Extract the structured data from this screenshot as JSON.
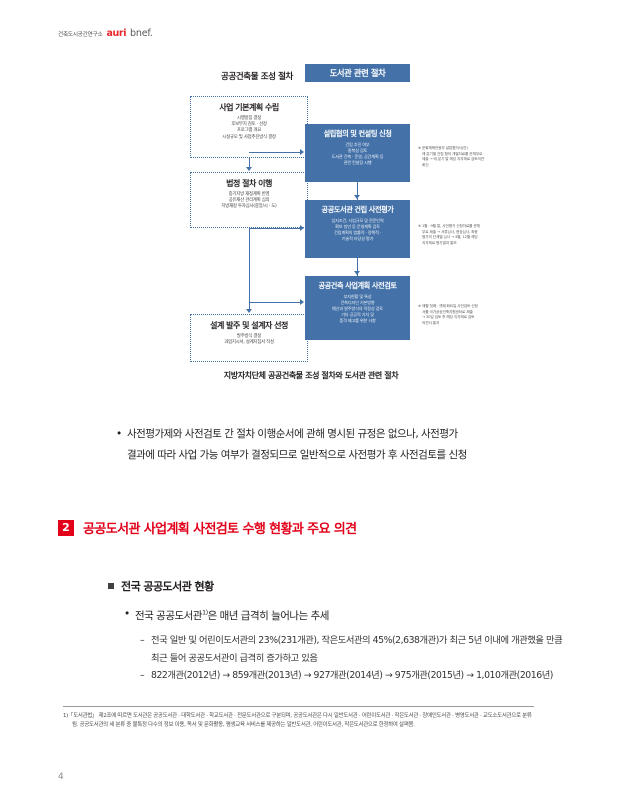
{
  "header": {
    "institute": "건축도시공간연구소",
    "brand": "auri",
    "brand_suffix": "bnef.",
    "brand_color": "#e8272c"
  },
  "figure": {
    "left_column_title": "공공건축물 조성 절차",
    "right_column_title": "도서관 관련 절차",
    "caption": "지방자치단체 공공건축물 조성 절차와 도서관 관련 절차",
    "left_boxes": [
      {
        "head": "사업 기본계획 수립",
        "lines": [
          "시행방침 결정",
          "후보부지 검토 · 선정",
          "프로그램 개요",
          "시설규모 및 사업추진방식 결정"
        ]
      },
      {
        "head": "법정 절차 이행",
        "lines": [
          "중기지방 재정계획 반영",
          "공유재산 관리계획 심의",
          "지방재정 투자심사(중앙/시 · 도)"
        ]
      },
      {
        "head": "설계 발주 및 설계자 선정",
        "lines": [
          "발주방식 결정",
          "과업지시서, 설계지침서 작성"
        ]
      }
    ],
    "right_boxes": [
      {
        "head": "설립협의 및 컨설팅 신청",
        "lines": [
          "건립 추진 여부",
          "중복성 검토",
          "도서관 건축 · 운영, 공간계획 등",
          "관련 컨설팅 시행"
        ]
      },
      {
        "head": "공공도서관 건립 사전평가",
        "lines": [
          "입지조건, 사업규모 및 전문인력",
          "확보 방안 등 운영계획 검토",
          "건립계획의 법률적 · 정책적 ·",
          "기술적 타당성 평가"
        ]
      },
      {
        "head": "공공건축 사업계획 사전검토",
        "lines": [
          "부지현황 및 특성",
          "건축디자인 기본방향",
          "예산과 발주방식의 적정성 검토",
          "기타 공공적 가치 및",
          "품격 제고를 위한 사항"
        ]
      }
    ],
    "notes": [
      {
        "lines": [
          "※ 문화체육관광부 설립협의서(안)",
          "매 분기별 건립 협의 개별자료를 문체부로",
          "제출 → 매 분기 말 해당 지자체로 검토의견",
          "회신"
        ]
      },
      {
        "lines": [
          "※ 1월 · 9월 말, 사전평가 신청자료를 문체",
          "부로 제출 → 서류심사, 현장심사, 최종",
          "평가의 단계별 심사 → 4월, 12월 해당",
          "지자체로 평가결과 통보"
        ]
      },
      {
        "lines": [
          "※ 매월 첫째 · 셋째 화요일 사전검토 신청",
          "서를 국가공공건축지원센터로 제출",
          "→ 30일 검토 후 해당 지자체로 검토",
          "의견서 통지"
        ]
      }
    ]
  },
  "body": {
    "paragraph_bullet": "•",
    "paragraph_line1": "사전평가제와 사전검토 간 절차 이행순서에 관해 명시된 규정은 없으나, 사전평가",
    "paragraph_line2": "결과에 따라 사업 가능 여부가 결정되므로 일반적으로 사전평가 후 사전검토를 신청"
  },
  "section": {
    "number": "2",
    "title": "공공도서관 사업계획 사전검토 수행 현황과 주요 의견",
    "accent_color": "#e2001a",
    "sub_heading": "전국 공공도서관 현황",
    "level1_bullet": "•",
    "level1_text_a": "전국 공공도서관",
    "level1_footnote_marker": "1)",
    "level1_text_b": "은 매년 급격히 늘어나는 추세",
    "level2_items": [
      {
        "dash": "–",
        "line1": "전국 일반 및 어린이도서관의 23%(231개관), 작은도서관의 45%(2,638개관)가 최근",
        "line2": "5년 이내에 개관했을 만큼 최근 들어 공공도서관이 급격히 증가하고 있음"
      },
      {
        "dash": "–",
        "line1": "822개관(2012년) → 859개관(2013년) → 927개관(2014년) → 975개관(2015년) →",
        "line2": "1,010개관(2016년)"
      }
    ]
  },
  "footnote": {
    "marker": "1)",
    "text": "「도서관법」 제2조에 따르면 도서관은 공공도서관 · 대학도서관 · 학교도서관 · 전문도서관으로 구분되며, 공공도서관은 다시 일반도서관 · 어린이도서관 · 작은도서관 · 장애인도서관 · 병영도서관 · 교도소도서관으로 분류됨. 공공도서관의 세 분류 중 불특정 다수의 정보 이용, 독서 및 문화활동, 평생교육 서비스를 제공하는 일반도서관, 어린이도서관, 작은도서관으로 한정하여 살펴봄."
  },
  "page_number": "4"
}
